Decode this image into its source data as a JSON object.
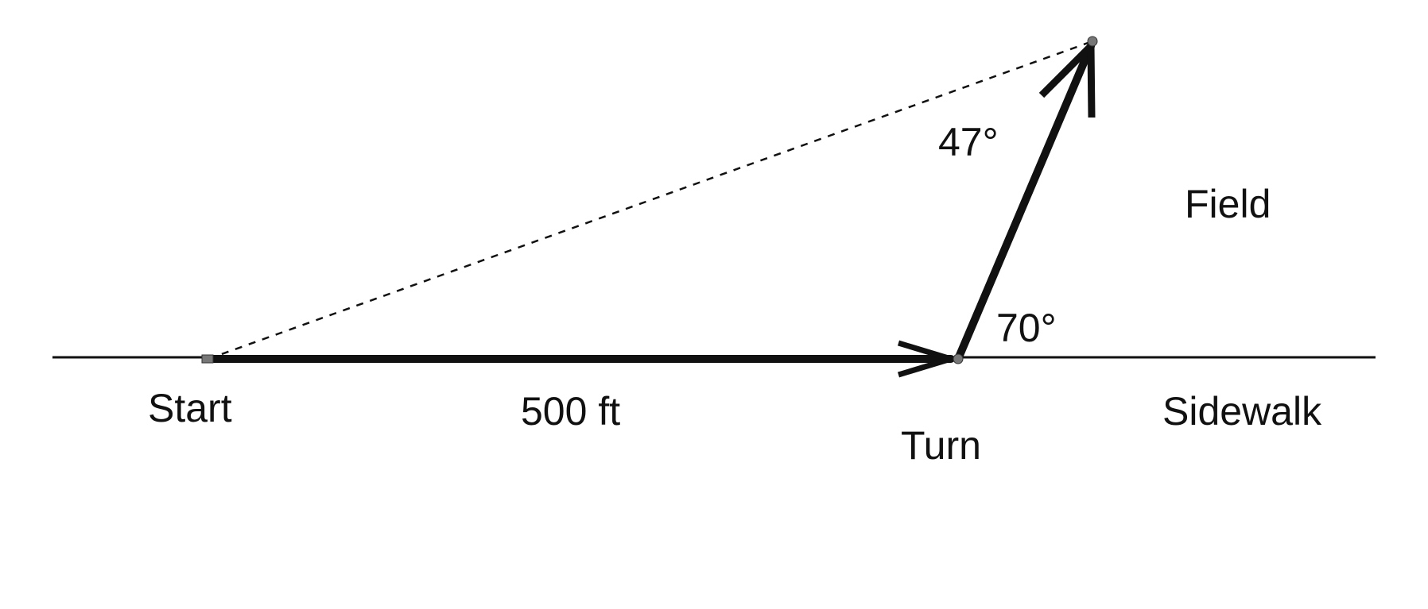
{
  "labels": {
    "start": "Start",
    "distance": "500 ft",
    "turn": "Turn",
    "sidewalk": "Sidewalk",
    "field": "Field",
    "angle_turn": "70°",
    "angle_end": "47°"
  },
  "colors": {
    "line": "#111111",
    "point": "#777777",
    "background": "#ffffff"
  }
}
